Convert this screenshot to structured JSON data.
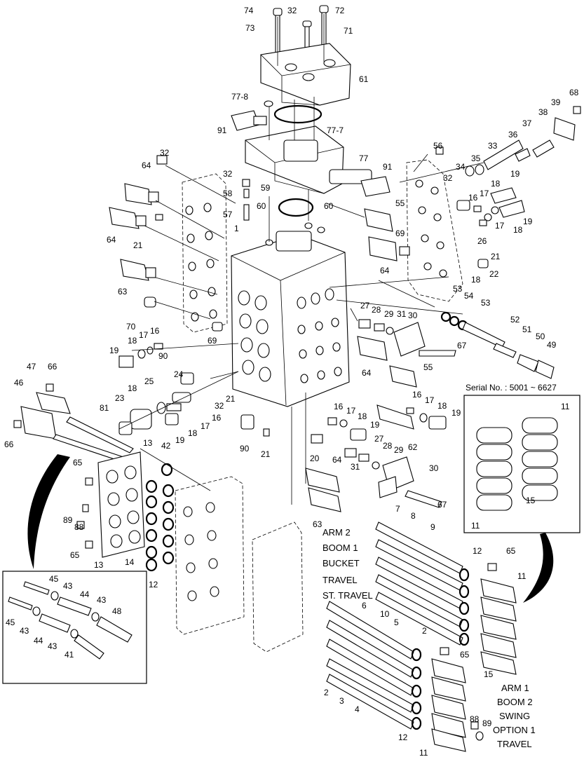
{
  "diagram": {
    "serial_label": "Serial No. : 5001 ~ 6627",
    "spool_labels_upper": [
      "ARM 2",
      "BOOM 1",
      "BUCKET",
      "TRAVEL",
      "ST. TRAVEL"
    ],
    "spool_labels_lower": [
      "ARM 1",
      "BOOM 2",
      "SWING",
      "OPTION 1",
      "TRAVEL"
    ]
  }
}
